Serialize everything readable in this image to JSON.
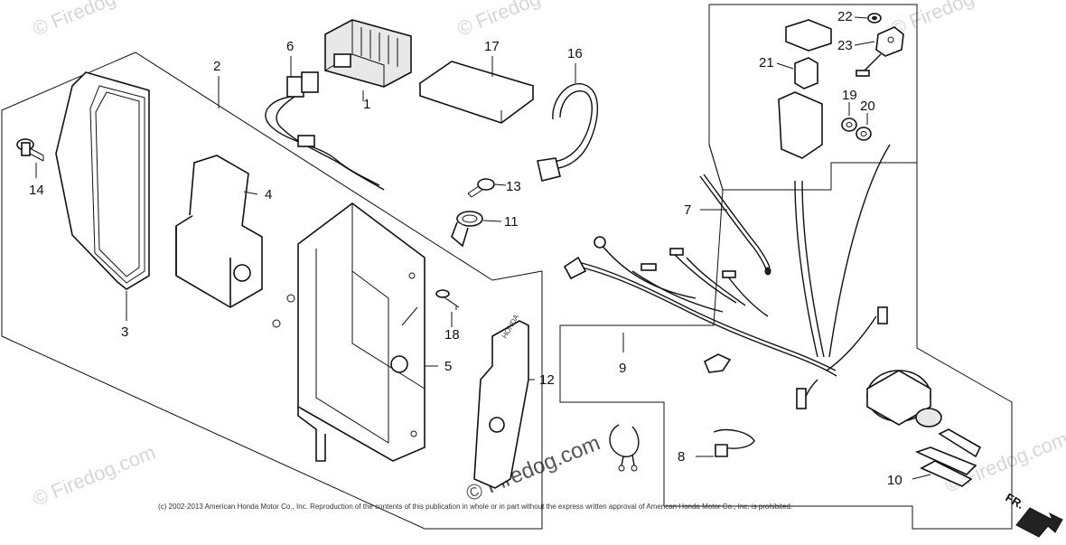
{
  "watermark": {
    "brand": "Firedog",
    "brand_url": "Firedog.com",
    "copyright_symbol": "©"
  },
  "copyright_notice": "(c) 2002-2013 American Honda Motor Co., Inc. Reproduction of the contents of this publication in whole or in part without the express written approval of American Honda Motor Co., Inc. is prohibited.",
  "direction_marker": "FR.",
  "part_callouts": [
    "1",
    "2",
    "3",
    "4",
    "5",
    "6",
    "7",
    "8",
    "9",
    "10",
    "11",
    "12",
    "13",
    "14",
    "16",
    "17",
    "18",
    "19",
    "20",
    "21",
    "22",
    "23"
  ],
  "label_on_plate": "HONDA"
}
